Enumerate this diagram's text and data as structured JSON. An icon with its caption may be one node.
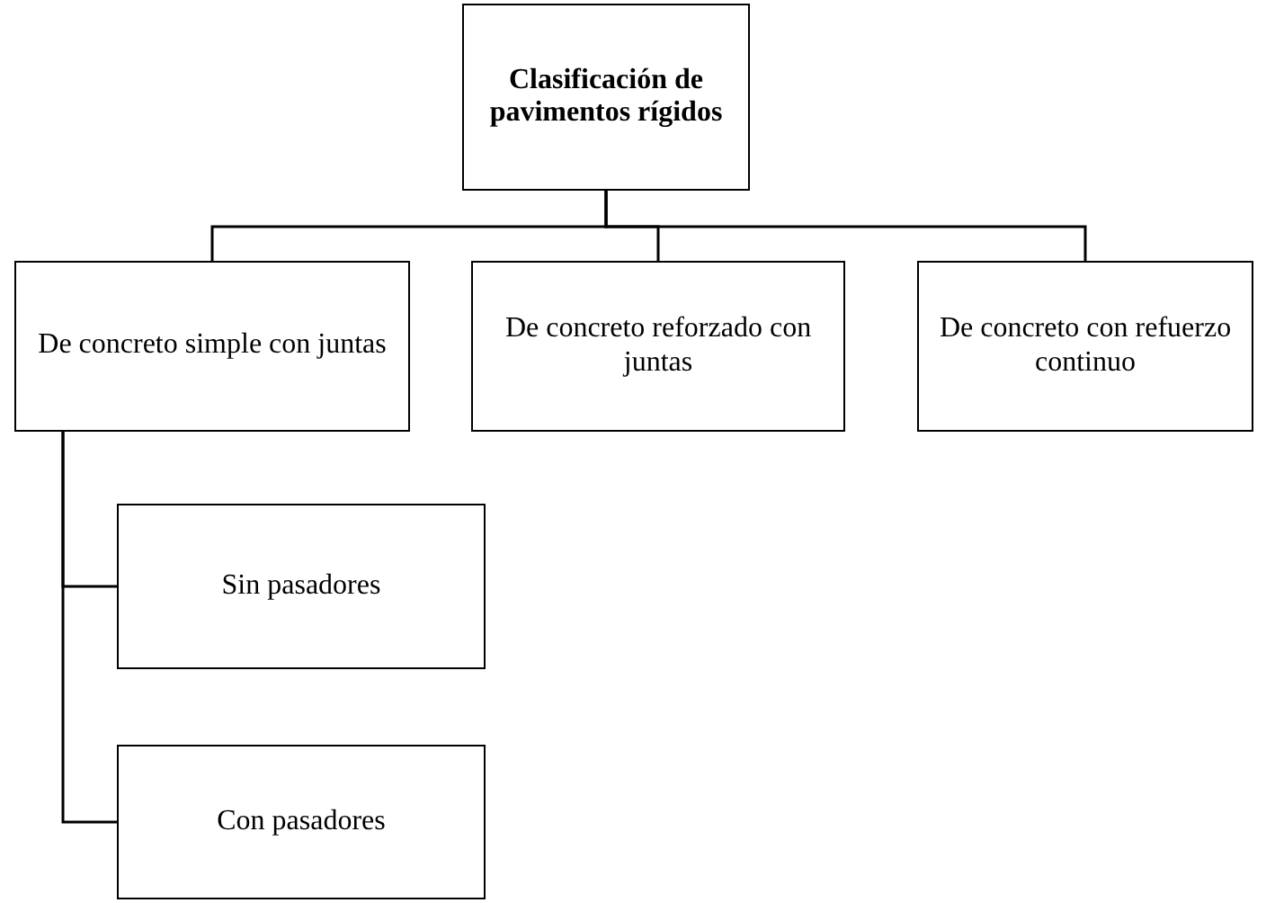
{
  "diagram": {
    "nodes": [
      {
        "text": [
          "Clasificación de pavimentos rígidos"
        ]
      },
      {
        "text": [
          "De concreto simple con juntas"
        ]
      },
      {
        "text": [
          "De concreto reforzado con juntas"
        ]
      },
      {
        "text": [
          "De concreto con refuerzo continuo"
        ]
      },
      {
        "text": [
          "Sin pasadores"
        ]
      },
      {
        "text": [
          "Con pasadores"
        ]
      }
    ],
    "edges": [
      {
        "from": 0,
        "to": 1,
        "arrow": "none"
      },
      {
        "from": 0,
        "to": 2,
        "arrow": "none"
      },
      {
        "from": 0,
        "to": 3,
        "arrow": "none"
      },
      {
        "from": 1,
        "to": 4,
        "arrow": "none"
      },
      {
        "from": 1,
        "to": 5,
        "arrow": "none"
      }
    ]
  }
}
